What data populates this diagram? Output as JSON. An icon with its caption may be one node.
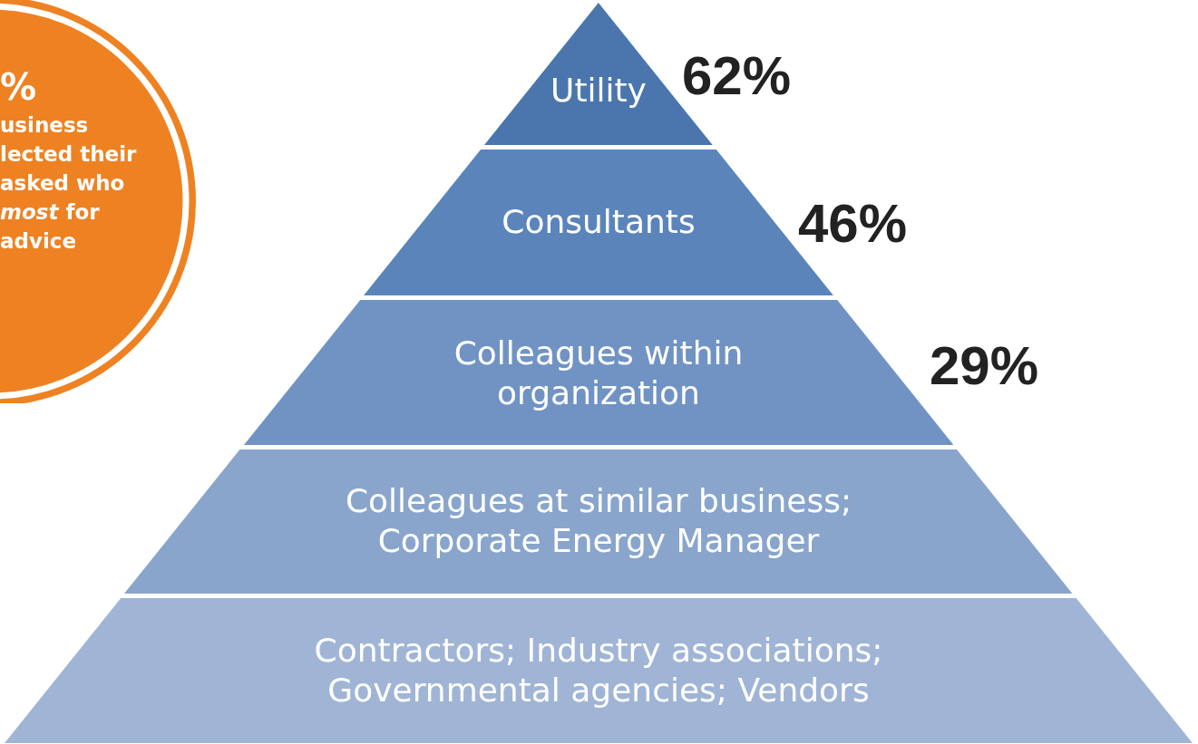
{
  "diagram": {
    "nodes": [
      {
        "text": [
          "Utility"
        ],
        "beside": [
          "62%"
        ]
      },
      {
        "text": [
          "Consultants"
        ],
        "beside": [
          "46%"
        ]
      },
      {
        "text": [
          "Colleagues within organization"
        ],
        "beside": [
          "29%"
        ]
      },
      {
        "text": [
          "Colleagues at similar business; Corporate Energy Manager"
        ]
      },
      {
        "text": [
          "Contractors; Industry associations; Governmental agencies; Vendors"
        ]
      },
      {
        "text": [
          "%",
          "usiness lected their asked who *most* for advice"
        ]
      }
    ],
    "edges": []
  }
}
